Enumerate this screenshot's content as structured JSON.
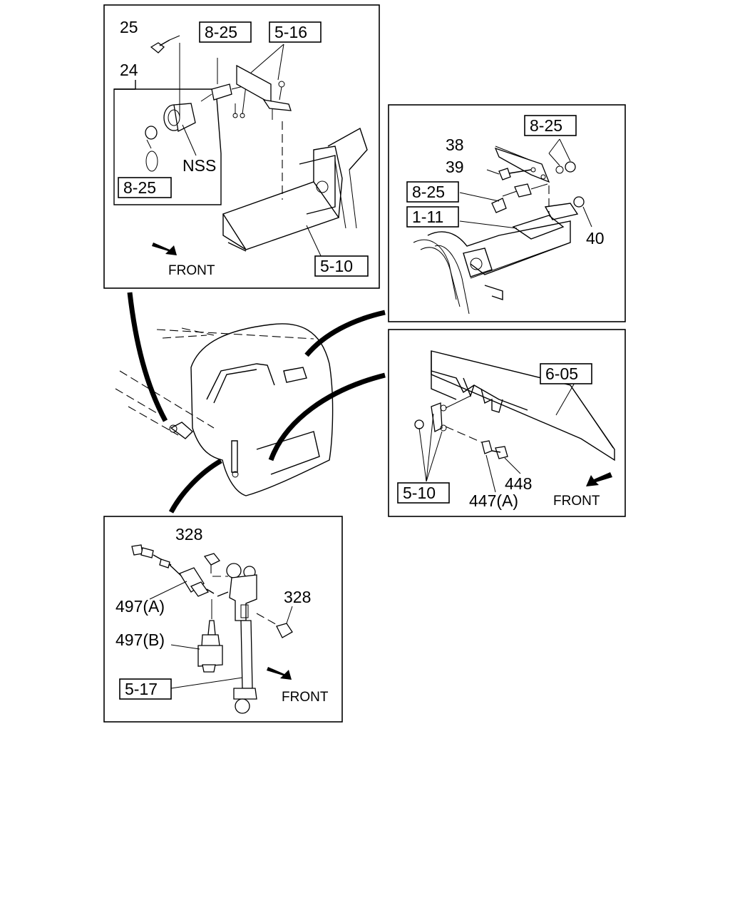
{
  "panels": {
    "top_left": {
      "labels": {
        "p25": "25",
        "p24": "24",
        "nss": "NSS"
      },
      "refs": {
        "r825a": "8-25",
        "r516": "5-16",
        "r825b": "8-25",
        "r510": "5-10"
      },
      "front": "FRONT"
    },
    "top_right": {
      "labels": {
        "p38": "38",
        "p39": "39",
        "p40": "40"
      },
      "refs": {
        "r825a": "8-25",
        "r825b": "8-25",
        "r111": "1-11"
      }
    },
    "mid_right": {
      "labels": {
        "p448": "448",
        "p447": "447(A)"
      },
      "refs": {
        "r605": "6-05",
        "r510": "5-10"
      },
      "front": "FRONT"
    },
    "bottom_left": {
      "labels": {
        "p328a": "328",
        "p328b": "328",
        "p497a": "497(A)",
        "p497b": "497(B)"
      },
      "refs": {
        "r517": "5-17"
      },
      "front": "FRONT"
    }
  }
}
